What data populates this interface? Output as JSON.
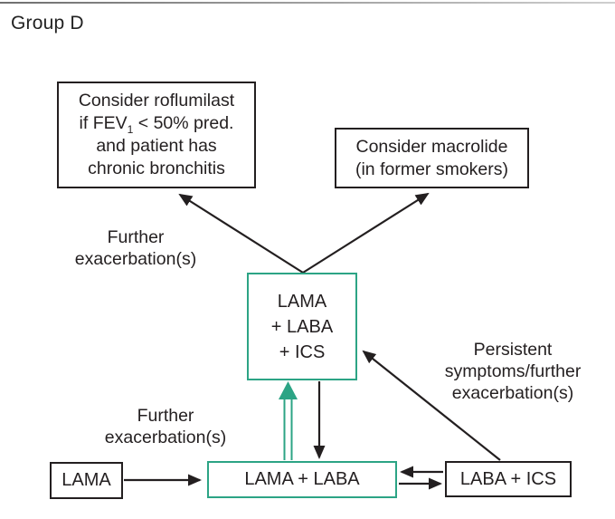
{
  "title": "Group D",
  "colors": {
    "ink": "#231f20",
    "accent_teal": "#2ca485",
    "background": "#ffffff"
  },
  "boxes": {
    "roflumilast": {
      "line1": "Consider roflumilast",
      "line2_pre": "if FEV",
      "line2_sub": "1",
      "line2_post": " < 50% pred.",
      "line3": "and patient has",
      "line4": "chronic bronchitis"
    },
    "macrolide": {
      "line1": "Consider macrolide",
      "line2": "(in former smokers)"
    },
    "triple_therapy": {
      "line1": "LAMA",
      "line2": "+ LABA",
      "line3": "+ ICS"
    },
    "lama": {
      "label": "LAMA"
    },
    "lama_laba": {
      "label": "LAMA + LABA"
    },
    "laba_ics": {
      "label": "LABA + ICS"
    }
  },
  "labels": {
    "further_exacerbation_upper": {
      "line1": "Further",
      "line2": "exacerbation(s)"
    },
    "further_exacerbation_lower": {
      "line1": "Further",
      "line2": "exacerbation(s)"
    },
    "persistent_symptoms": {
      "line1": "Persistent",
      "line2": "symptoms/further",
      "line3": "exacerbation(s)"
    }
  }
}
